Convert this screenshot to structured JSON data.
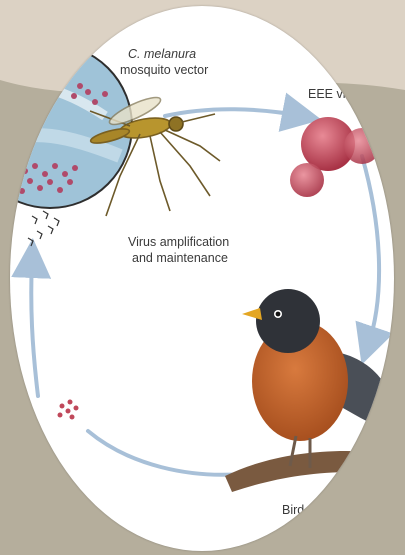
{
  "diagram": {
    "labels": {
      "vector_species": "C. melanura",
      "vector_kind": "mosquito vector",
      "virus": "EEE virus",
      "center_line1": "Virus amplification",
      "center_line2": "and maintenance",
      "bird": "Bird r"
    },
    "colors": {
      "background": "#b5ae9c",
      "top_band": "#dcd2c4",
      "cycle_arrow": "#a8c0d8",
      "virus": "#c0485a",
      "robin_breast": "#c8642a"
    }
  }
}
